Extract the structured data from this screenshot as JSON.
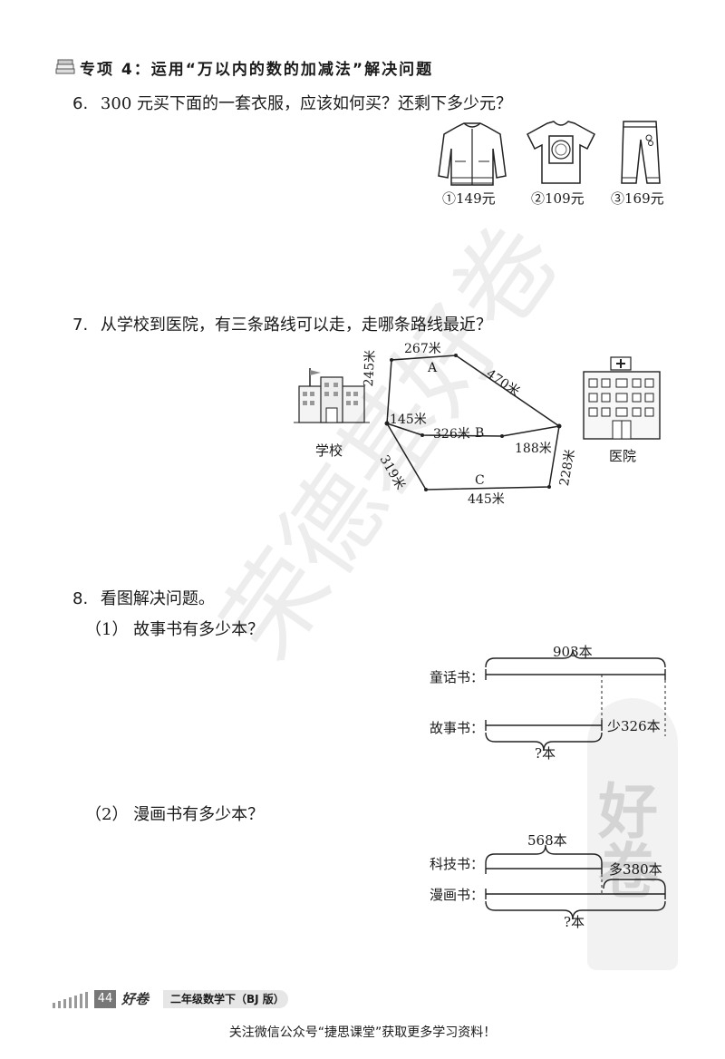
{
  "header": {
    "title": "专项 4：运用“万以内的数的加减法”解决问题"
  },
  "q6": {
    "number": "6.",
    "text": "300 元买下面的一套衣服，应该如何买？还剩下多少元？",
    "items": [
      {
        "label": "①149元",
        "icon": "jacket-icon"
      },
      {
        "label": "②109元",
        "icon": "tshirt-icon"
      },
      {
        "label": "③169元",
        "icon": "pants-icon"
      }
    ]
  },
  "q7": {
    "number": "7.",
    "text": "从学校到医院，有三条路线可以走，走哪条路线最近？",
    "school": "学校",
    "hospital": "医院",
    "routes": {
      "a": "A",
      "b": "B",
      "c": "C"
    },
    "distances": {
      "a1": "245米",
      "a2": "267米",
      "a3": "470米",
      "b1": "145米",
      "b2": "326米",
      "b3": "188米",
      "c1": "319米",
      "c2": "445米",
      "c3": "228米"
    }
  },
  "q8": {
    "number": "8.",
    "text": "看图解决问题。",
    "part1": {
      "title": "（1）  故事书有多少本？",
      "row1": "童话书：",
      "row2": "故事书：",
      "total": "903本",
      "diff": "少326本",
      "unknown": "?本"
    },
    "part2": {
      "title": "（2）  漫画书有多少本？",
      "row1": "科技书：",
      "row2": "漫画书：",
      "total": "568本",
      "diff": "多380本",
      "unknown": "?本"
    }
  },
  "watermark": {
    "text": "荣德基好卷",
    "brand": "好卷"
  },
  "footer": {
    "page": "44",
    "logo": "好卷",
    "book": "二年级数学下（BJ 版）",
    "note": "关注微信公众号“捷思课堂”获取更多学习资料！"
  }
}
